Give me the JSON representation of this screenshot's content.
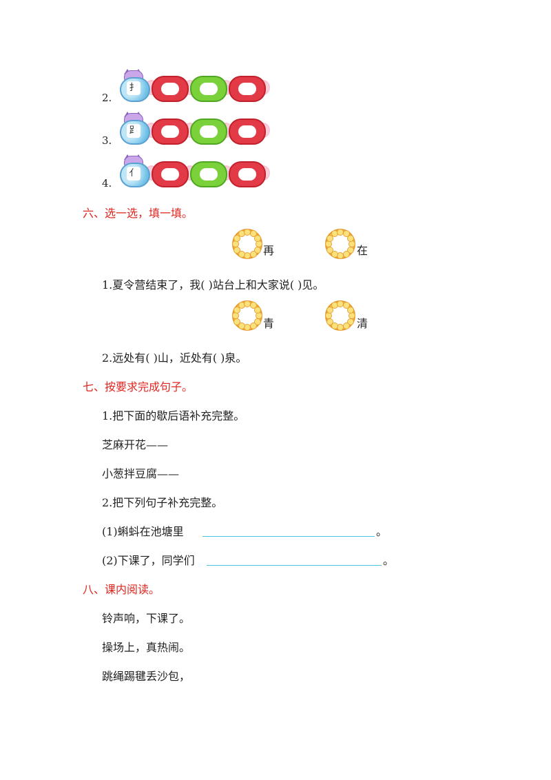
{
  "section5_items": [
    {
      "number": "2.",
      "radical": "扌"
    },
    {
      "number": "3.",
      "radical": "𧾷"
    },
    {
      "number": "4.",
      "radical": "亻"
    }
  ],
  "section6": {
    "heading": "六、选一选，填一填。",
    "q1": {
      "options": [
        "再",
        "在"
      ],
      "text": "1.夏令营结束了，我(      )站台上和大家说(      )见。"
    },
    "q2": {
      "options": [
        "青",
        "清"
      ],
      "text": "2.远处有(      )山，近处有(      )泉。"
    }
  },
  "section7": {
    "heading": "七、按要求完成句子。",
    "lines": [
      "1.把下面的歇后语补充完整。",
      "芝麻开花——",
      "小葱拌豆腐——",
      "2.把下列句子补充完整。"
    ],
    "fill1": {
      "prefix": "(1)蝌蚪在池塘里",
      "end": "。"
    },
    "fill2": {
      "prefix": "(2)下课了，同学们",
      "end": "。"
    }
  },
  "section8": {
    "heading": "八、课内阅读。",
    "lines": [
      "铃声响，下课了。",
      "操场上，真热闹。",
      "跳绳踢毽丢沙包，"
    ]
  },
  "colors": {
    "heading": "#e0261f",
    "blank_line": "#4ac4e0",
    "segment_red": "#e23a46",
    "segment_green": "#7bd13a"
  }
}
